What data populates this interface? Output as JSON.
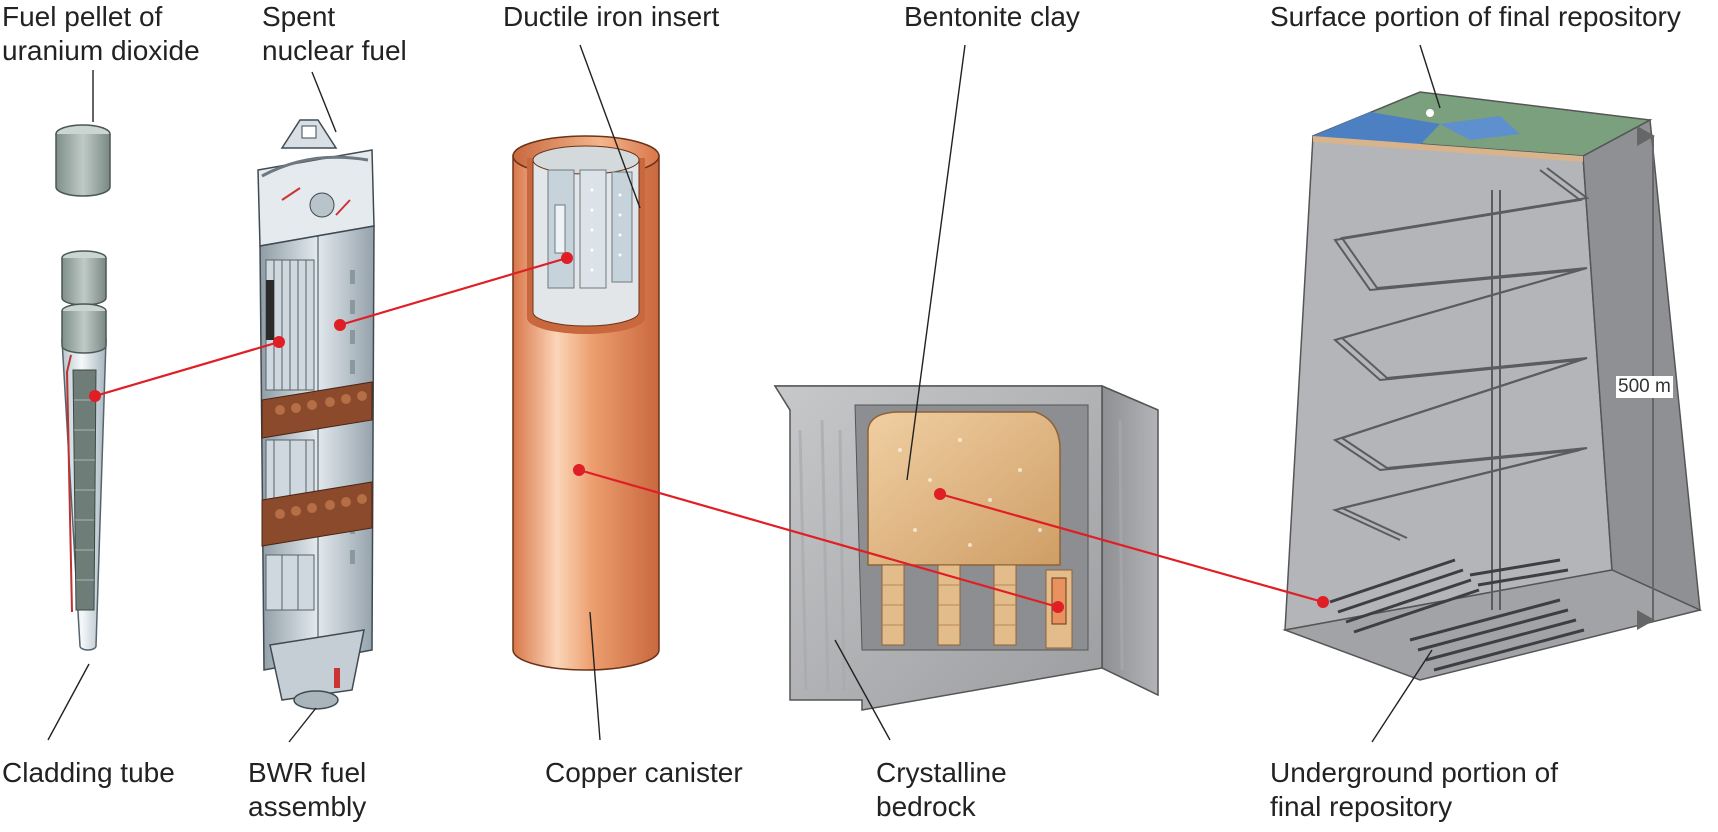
{
  "labels": {
    "fuel_pellet": [
      "Fuel pellet of",
      "uranium dioxide"
    ],
    "spent_fuel": [
      "Spent",
      "nuclear fuel"
    ],
    "iron_insert": "Ductile iron insert",
    "bentonite": "Bentonite clay",
    "surface_repo": "Surface portion of final repository",
    "cladding": "Cladding tube",
    "bwr": [
      "BWR fuel",
      "assembly"
    ],
    "copper": "Copper canister",
    "bedrock": [
      "Crystalline",
      "bedrock"
    ],
    "underground_repo": [
      "Underground portion of",
      "final repository"
    ],
    "depth": "500 m"
  },
  "colors": {
    "connector": "#e01e26",
    "leader": "#222222",
    "copper": "#e8925f",
    "rock": "#b9babc",
    "clay": "#e6c08e",
    "steel": "#c9d3da",
    "water": "#4d7fc3",
    "grass": "#7aa07e"
  }
}
